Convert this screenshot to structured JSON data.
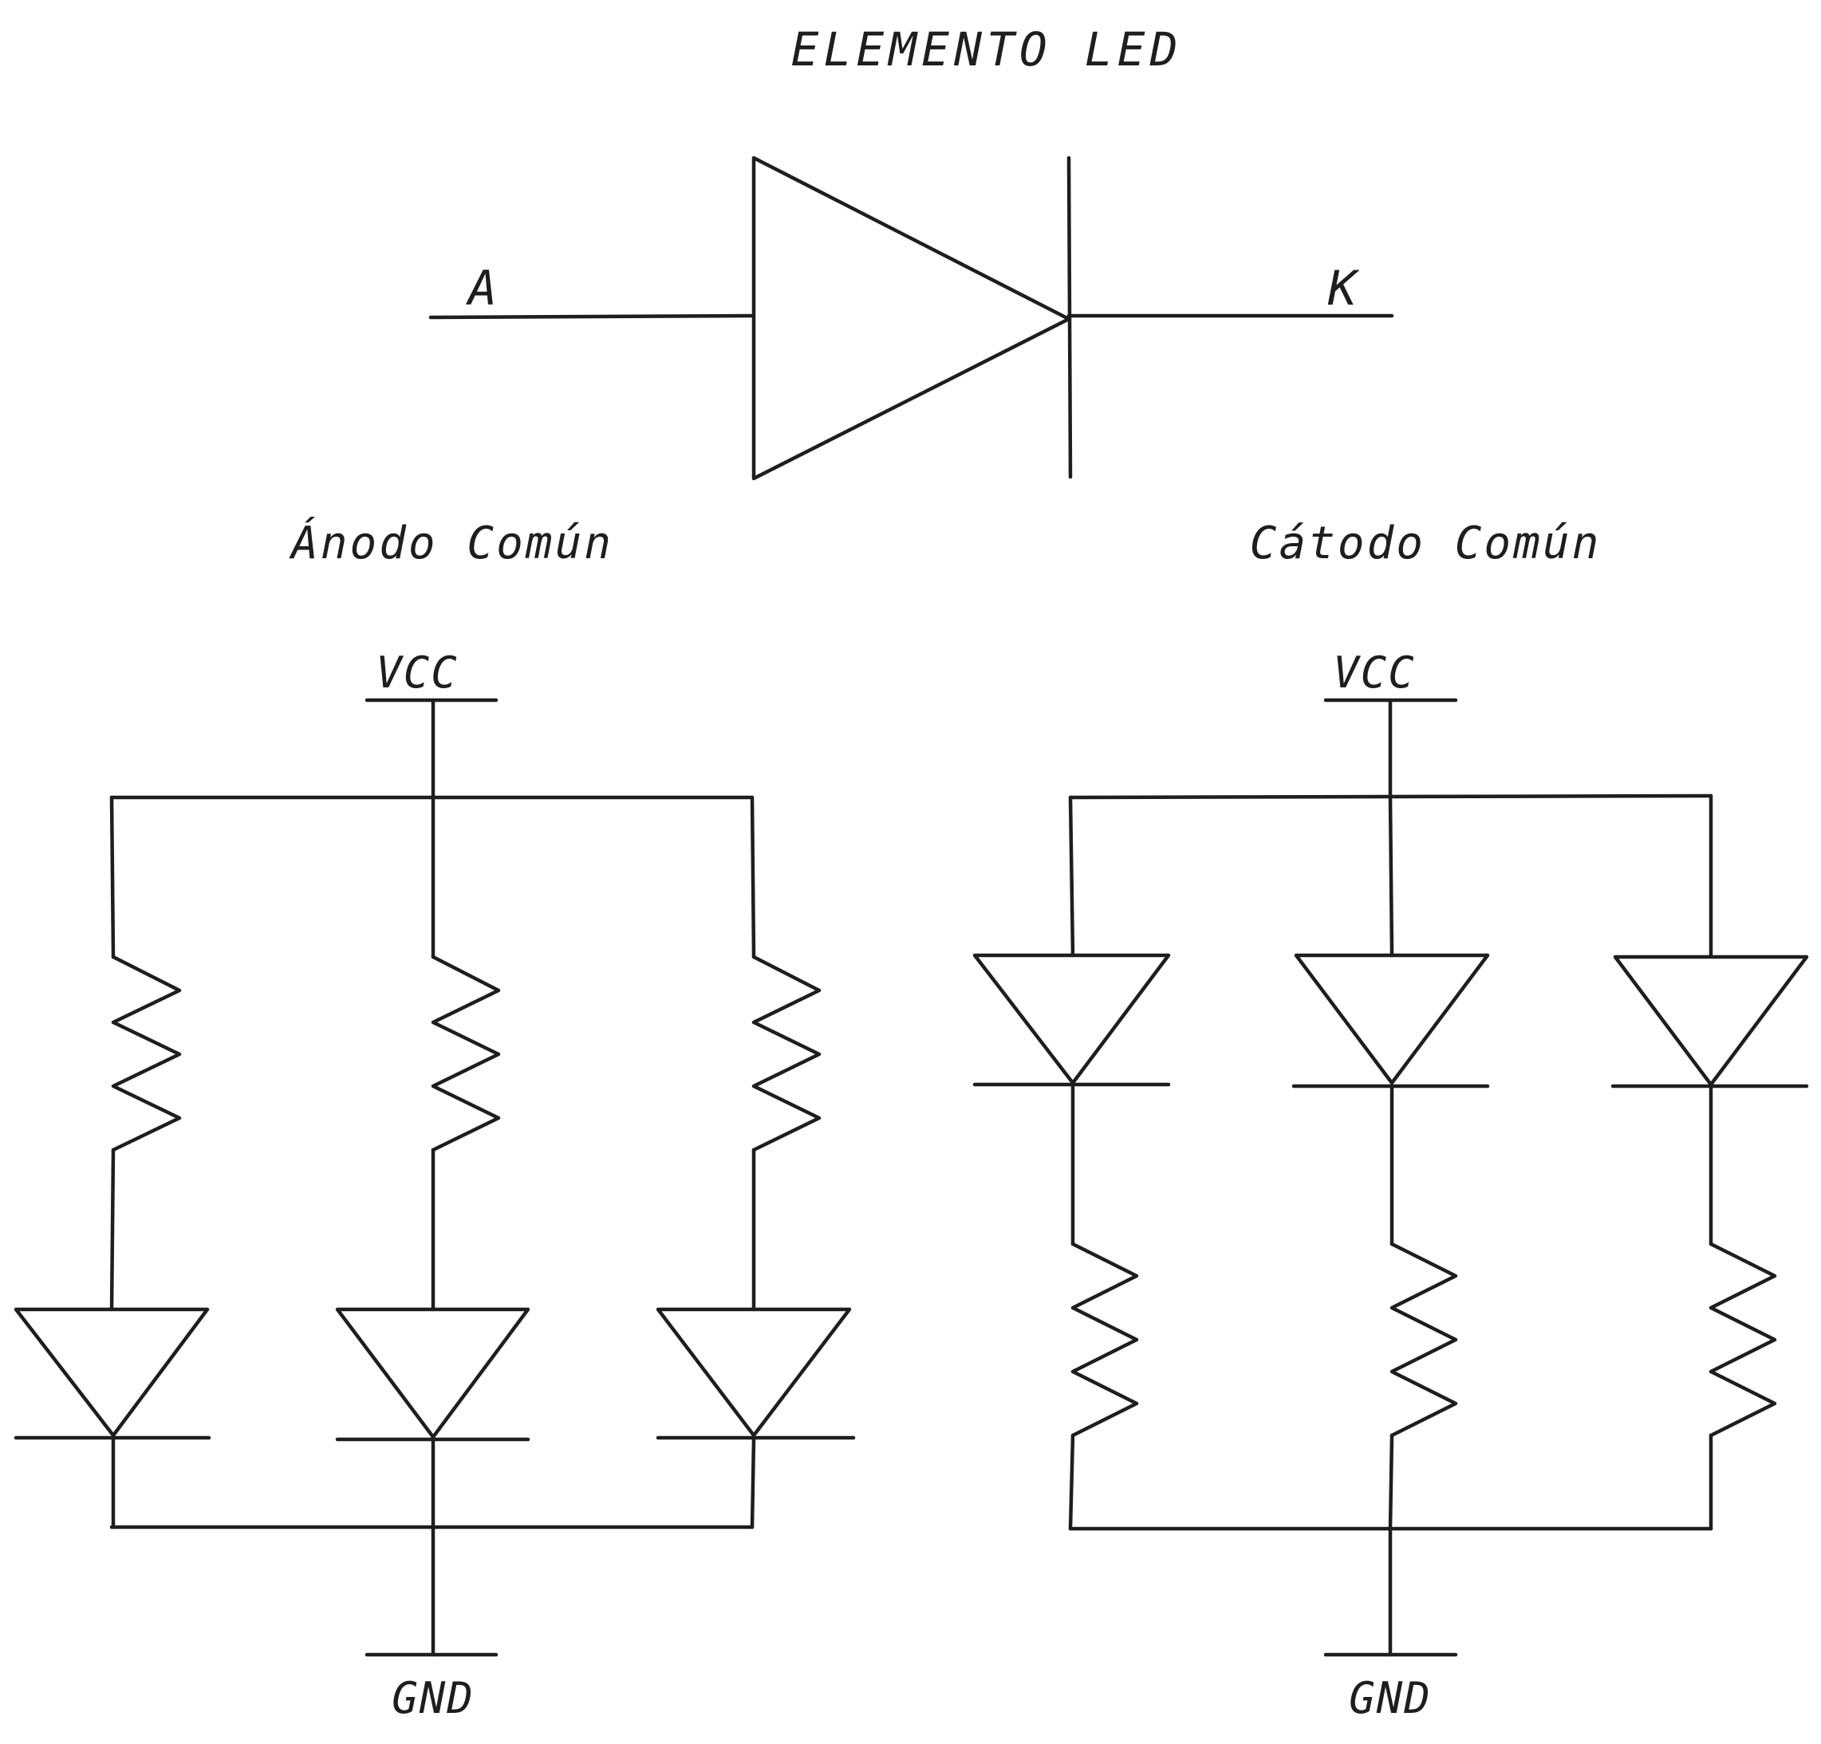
{
  "diagram": {
    "title": "ELEMENTO LED",
    "symbol": {
      "anode_label": "A",
      "cathode_label": "K"
    },
    "common_anode": {
      "title": "Ánodo Común",
      "supply_label": "VCC",
      "ground_label": "GND",
      "branches": 3
    },
    "common_cathode": {
      "title": "Cátodo Común",
      "supply_label": "VCC",
      "ground_label": "GND",
      "branches": 3
    },
    "colors": {
      "stroke": "#1e1e1e",
      "background": "#ffffff"
    }
  }
}
